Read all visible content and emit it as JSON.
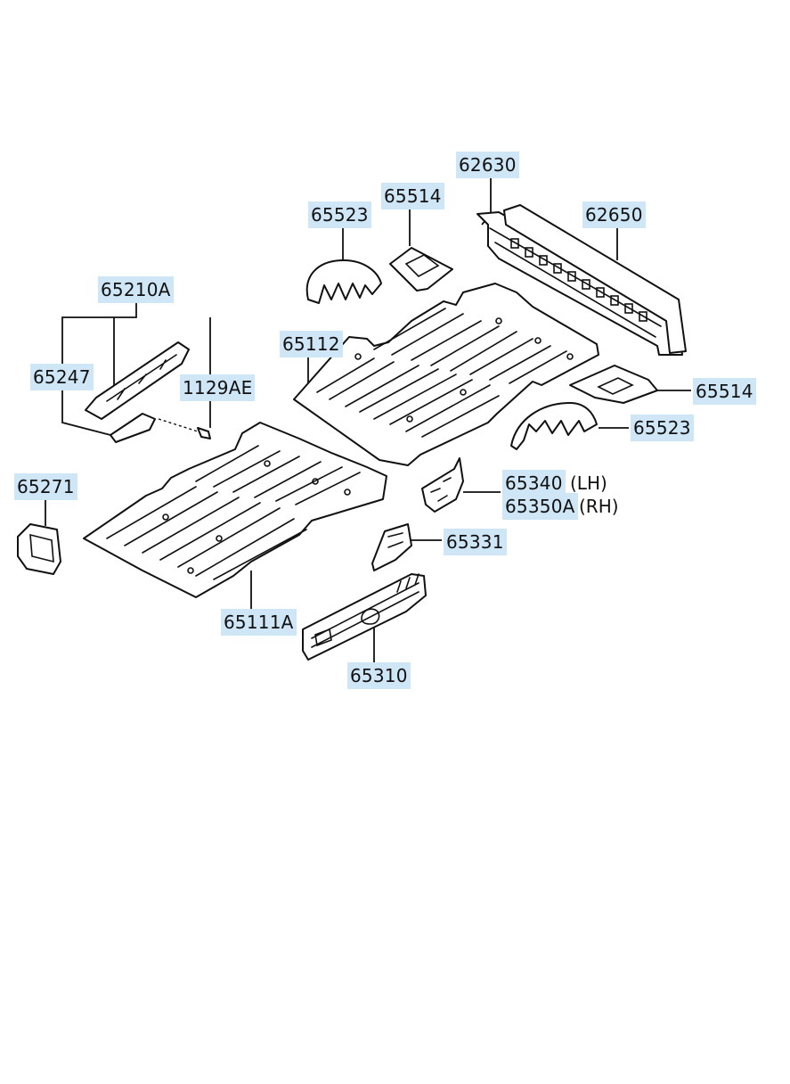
{
  "parts": {
    "p62630": "62630",
    "p62650": "62650",
    "p65523_top": "65523",
    "p65514_top": "65514",
    "p65210A": "65210A",
    "p65112": "65112",
    "p65247": "65247",
    "p1129AE": "1129AE",
    "p65514_right": "65514",
    "p65523_right": "65523",
    "p65271": "65271",
    "p65340": "65340",
    "p65340_side": "(LH)",
    "p65350A": "65350A",
    "p65350A_side": "(RH)",
    "p65331": "65331",
    "p65111A": "65111A",
    "p65310": "65310"
  },
  "colors": {
    "callout_background": "#cfe6f7",
    "line": "#111111"
  }
}
